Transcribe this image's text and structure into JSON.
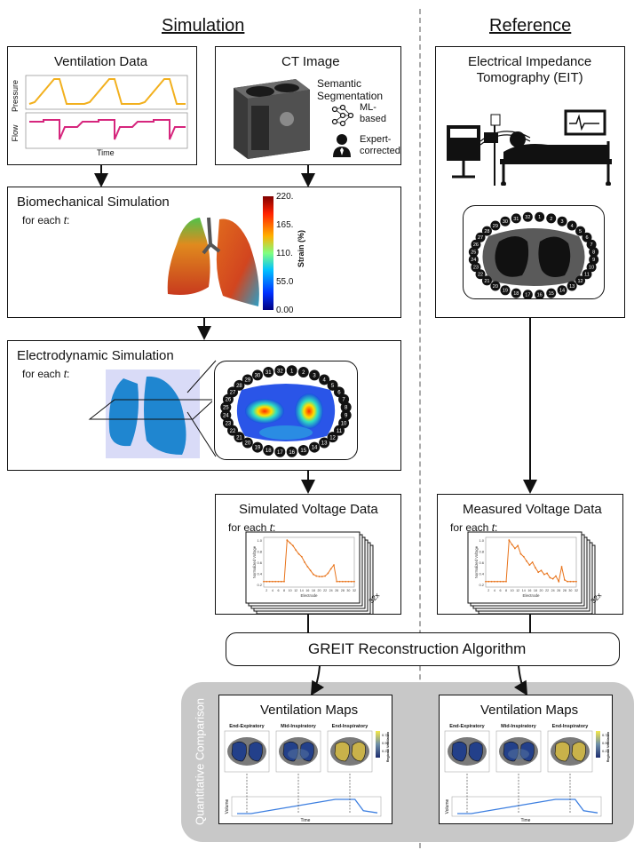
{
  "headers": {
    "simulation": "Simulation",
    "reference": "Reference"
  },
  "ventilation_data": {
    "title": "Ventilation Data",
    "y_pressure": "Pressure",
    "y_flow": "Flow",
    "x_time": "Time"
  },
  "ct_image": {
    "title": "CT Image",
    "seg_line1": "Semantic",
    "seg_line2": "Segmentation",
    "ml_line1": "ML-",
    "ml_line2": "based",
    "expert_line1": "Expert-",
    "expert_line2": "corrected"
  },
  "biomech": {
    "title": "Biomechanical Simulation",
    "for_each": "for each",
    "t": "t",
    "colorbar_label": "Strain (%)",
    "ticks": [
      "220.",
      "165.",
      "110.",
      "55.0",
      "0.00"
    ]
  },
  "electro": {
    "title": "Electrodynamic Simulation",
    "for_each": "for each",
    "t": "t"
  },
  "eit": {
    "title_line1": "Electrical Impedance",
    "title_line2": "Tomography (EIT)"
  },
  "sim_voltage": {
    "title": "Simulated Voltage Data",
    "for_each": "for each",
    "t": "t",
    "ylabel": "Normalized Voltage",
    "xlabel": "Electrode",
    "stack_label": "32x"
  },
  "meas_voltage": {
    "title": "Measured Voltage Data",
    "for_each": "for each",
    "t": "t",
    "ylabel": "Normalized Voltage",
    "xlabel": "Electrode",
    "stack_label": "32x"
  },
  "greit": {
    "title": "GREIT Reconstruction Algorithm"
  },
  "comparison": {
    "label": "Quantitative Comparison"
  },
  "vent_maps": {
    "title": "Ventilation Maps",
    "phases": [
      "End-Expiratory",
      "Mid-Inspiratory",
      "End-Inspiratory"
    ],
    "colorbar_label": "Regional Ventilation",
    "colorbar_ticks": [
      "0.75",
      "0.50",
      "0.25"
    ],
    "ylabel": "Volume",
    "xlabel": "Time"
  },
  "electrode_numbers": [
    "1",
    "2",
    "3",
    "4",
    "5",
    "6",
    "7",
    "8",
    "9",
    "10",
    "11",
    "12",
    "13",
    "14",
    "15",
    "16",
    "17",
    "18",
    "19",
    "20",
    "21",
    "22",
    "23",
    "24",
    "25",
    "26",
    "27",
    "28",
    "29",
    "30",
    "31",
    "32"
  ],
  "voltage_axis_ticks": [
    "1.0",
    "0.8",
    "0.6",
    "0.4",
    "0.2"
  ],
  "electrode_ticks": [
    "2",
    "4",
    "6",
    "8",
    "10",
    "12",
    "14",
    "16",
    "18",
    "20",
    "22",
    "24",
    "26",
    "28",
    "30",
    "32"
  ],
  "colors": {
    "pressure": "#f2b01e",
    "flow": "#d6267d",
    "voltage_line": "#e8731a",
    "volume_line": "#3d7fe0",
    "gray_panel": "#c8c8c8"
  }
}
